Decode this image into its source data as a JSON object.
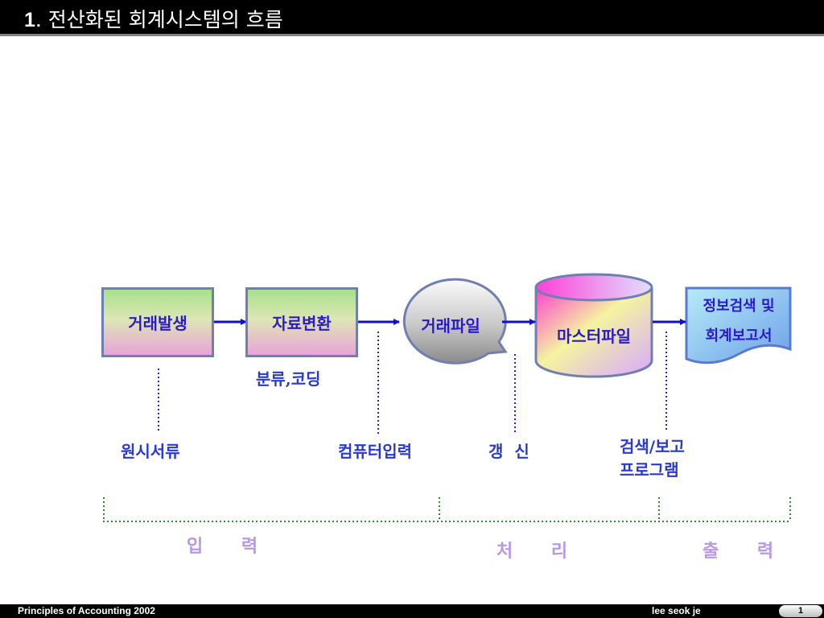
{
  "header": {
    "number": "1",
    "title": ". 전산화된 회계시스템의 흐름"
  },
  "nodes": {
    "transaction": "거래발생",
    "conversion": "자료변환",
    "transaction_file": "거래파일",
    "master_file": "마스터파일",
    "report_line1": "정보검색 및",
    "report_line2": "회계보고서"
  },
  "annotations": {
    "classification": "분류,코딩",
    "source_docs": "원시서류",
    "computer_input": "컴퓨터입력",
    "update": "갱  신",
    "search_report_line1": "검색/보고",
    "search_report_line2": "프로그램"
  },
  "phases": {
    "input": "입 력",
    "process": "처 리",
    "output": "출 력"
  },
  "footer": {
    "course": "Principles of Accounting 2002",
    "author": "lee seok je",
    "page": "1"
  },
  "colors": {
    "arrow": "#1010c8",
    "label_blue": "#2a1ac8",
    "phase_lavender": "#b898e6",
    "dotted_green": "#2e8b2e"
  }
}
